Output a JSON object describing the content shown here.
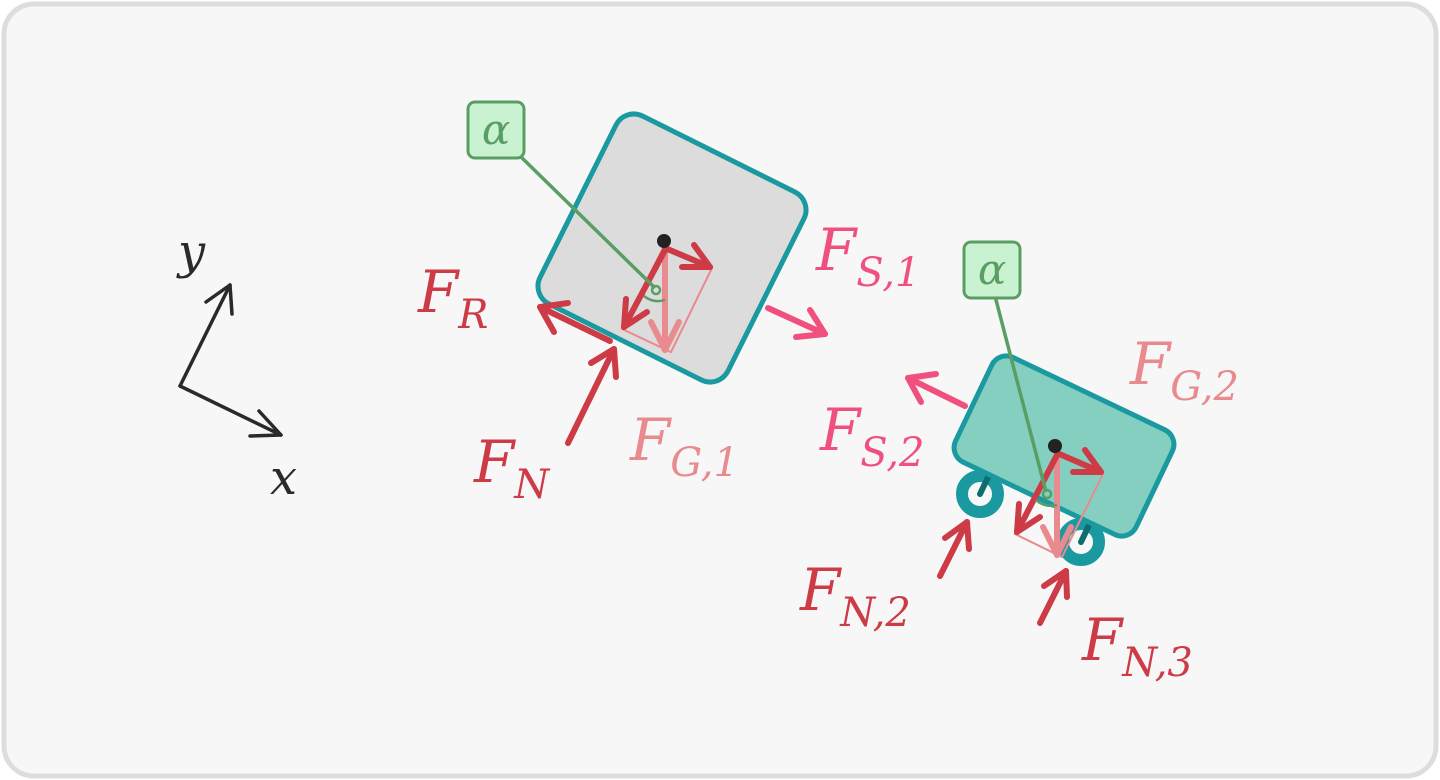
{
  "axes": {
    "x_label": "x",
    "y_label": "y"
  },
  "block1": {
    "angle_label": "α",
    "forces": {
      "friction": {
        "main": "F",
        "sub": "R"
      },
      "normal": {
        "main": "F",
        "sub": "N"
      },
      "gravity": {
        "main": "F",
        "sub": "G,1"
      },
      "rope": {
        "main": "F",
        "sub": "S,1"
      }
    }
  },
  "cart2": {
    "angle_label": "α",
    "forces": {
      "rope": {
        "main": "F",
        "sub": "S,2"
      },
      "gravity": {
        "main": "F",
        "sub": "G,2"
      },
      "normal_front": {
        "main": "F",
        "sub": "N,2"
      },
      "normal_rear": {
        "main": "F",
        "sub": "N,3"
      }
    }
  },
  "colors": {
    "background": "#f7f7f7",
    "frame": "#dddddd",
    "block_fill": "#dcdcdc",
    "cart_fill": "#84cfc0",
    "outline": "#1a9aa0",
    "force_dark": "#cc3b46",
    "force_light": "#e88a8e",
    "force_pink": "#f0507e",
    "angle": "#5a9e64",
    "angle_box": "#c9f2d0",
    "axis": "#2a2a2a"
  }
}
